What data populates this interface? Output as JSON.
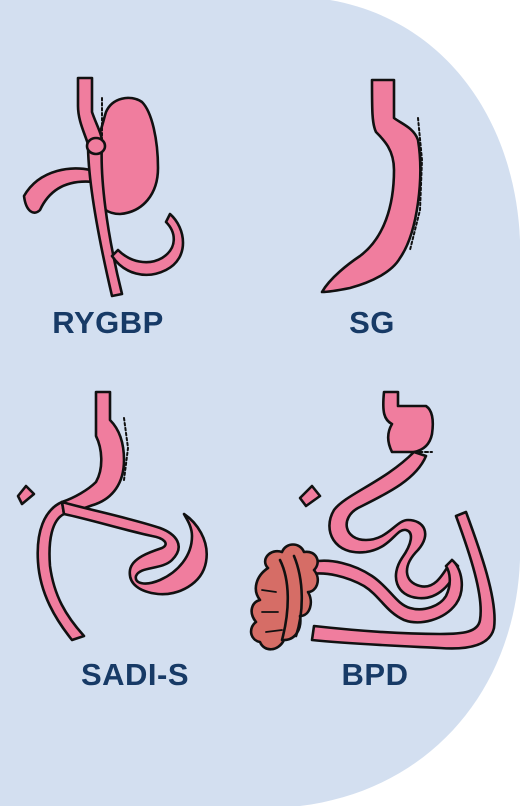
{
  "panel_color": "#d3dff0",
  "tissue_color": "#f07d9e",
  "outline_color": "#111111",
  "intestine_color": "#d66d66",
  "label_color": "#173a66",
  "procedures": {
    "rygbp": {
      "label": "RYGBP"
    },
    "sg": {
      "label": "SG"
    },
    "sadi": {
      "label": "SADI-S"
    },
    "bpd": {
      "label": "BPD"
    }
  }
}
